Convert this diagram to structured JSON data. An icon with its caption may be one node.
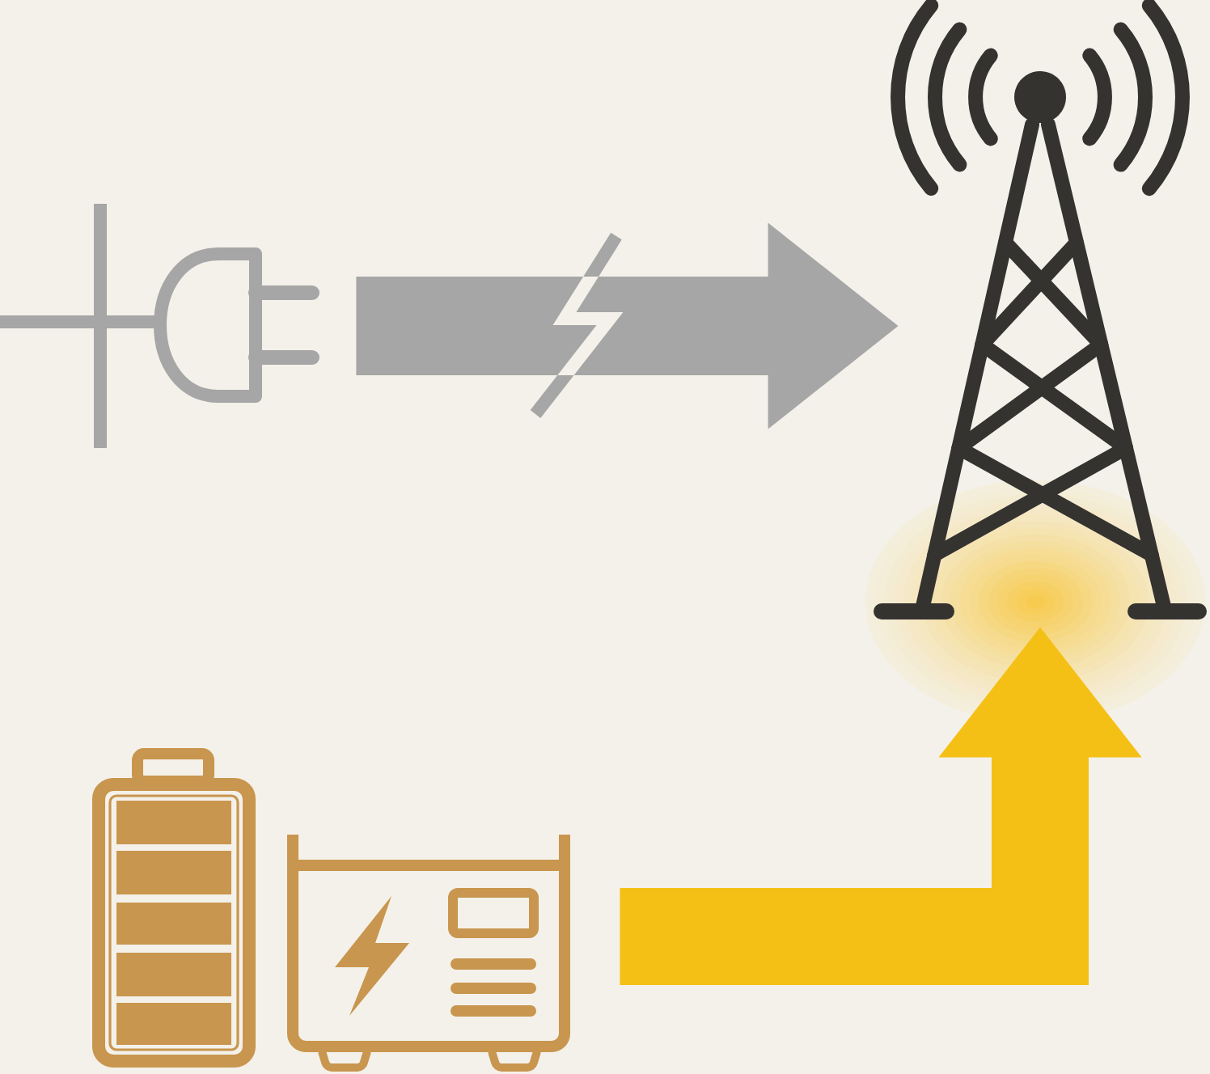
{
  "diagram": {
    "nodes": [
      {
        "text": [],
        "shape": "picture"
      },
      {
        "text": [],
        "shape": "picture"
      },
      {
        "text": [],
        "shape": "picture"
      },
      {
        "text": [],
        "shape": "picture"
      }
    ],
    "edges": [
      {
        "from": 0,
        "to": 1,
        "arrow": "to",
        "color": "#a6a6a6"
      },
      {
        "from": 3,
        "to": 1,
        "arrow": "to",
        "color": "#f5c016"
      }
    ]
  }
}
